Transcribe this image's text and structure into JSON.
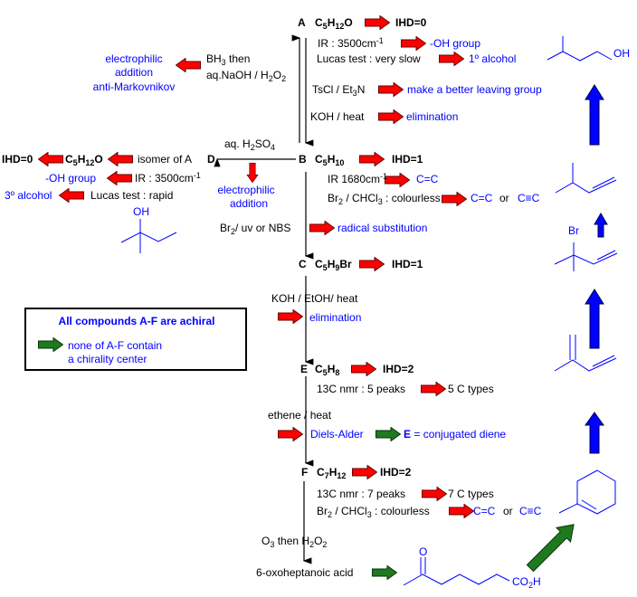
{
  "colors": {
    "text": "#000000",
    "annotation": "#0000ff",
    "red_arrow": "#ff0000",
    "green_arrow": "#1f7a1f",
    "blue_arrow": "#0000ff"
  },
  "A": {
    "letter": "A",
    "formula": "C5H12O",
    "ihd": "IHD=0",
    "ir": "IR : 3500cm",
    "ir_sup": "-1",
    "ir_result": "-OH group",
    "lucas": "Lucas test : very slow",
    "lucas_result": "1º alcohol",
    "tscl": "TsCl / Et3N",
    "tscl_result": "make a better leaving group",
    "koh": "KOH / heat",
    "koh_result": "elimination"
  },
  "hydroboration": {
    "reagent1": "BH3 then",
    "reagent2": "aq.NaOH / H2O2",
    "result1": "electrophilic",
    "result2": "addition",
    "result3": "anti-Markovnikov"
  },
  "B": {
    "letter": "B",
    "formula": "C5H10",
    "ihd": "IHD=1",
    "ir": "IR 1680cm",
    "ir_sup": "-1",
    "ir_result": "C=C",
    "br2": "Br2 / CHCl3 : colourless",
    "br2_result_a": "C=C",
    "br2_or": "or",
    "br2_result_b": "C≡C",
    "radical": "Br2/ uv  or NBS",
    "radical_result": "radical substitution"
  },
  "hydration": {
    "reagent": "aq. H2SO4",
    "result1": "electrophilic",
    "result2": "addition"
  },
  "D": {
    "letter": "D",
    "isomer": "isomer of A",
    "formula": "C5H12O",
    "ihd": "IHD=0",
    "ir": "IR : 3500cm",
    "ir_sup": "-1",
    "ir_result": "-OH group",
    "lucas": "Lucas test : rapid",
    "lucas_result": "3º alcohol",
    "structure_label": "OH"
  },
  "C": {
    "letter": "C",
    "formula": "C5H9Br",
    "ihd": "IHD=1",
    "reagent": "KOH / EtOH/ heat",
    "result": "elimination",
    "structure_label": "Br"
  },
  "note": {
    "title": "All compounds A-F are achiral",
    "line1": "none of A-F contain",
    "line2": "a chirality center"
  },
  "E": {
    "letter": "E",
    "formula": "C5H8",
    "ihd": "IHD=2",
    "nmr": "13C nmr : 5 peaks",
    "nmr_result": "5 C types",
    "reagent": "ethene / heat",
    "reaction": "Diels-Alder",
    "conclusion_letter": "E",
    "conclusion": " = conjugated diene"
  },
  "F": {
    "letter": "F",
    "formula": "C7H12",
    "ihd": "IHD=2",
    "nmr": "13C nmr : 7 peaks",
    "nmr_result": "7 C types",
    "br2": "Br2 / CHCl3 : colourless",
    "br2_result_a": "C=C",
    "br2_or": "or",
    "br2_result_b": "C≡C",
    "ozonolysis": "O3 then H2O2",
    "product": "6-oxoheptanoic acid",
    "product_o": "O",
    "product_acid": "CO2H"
  },
  "A_structure_label": "OH"
}
